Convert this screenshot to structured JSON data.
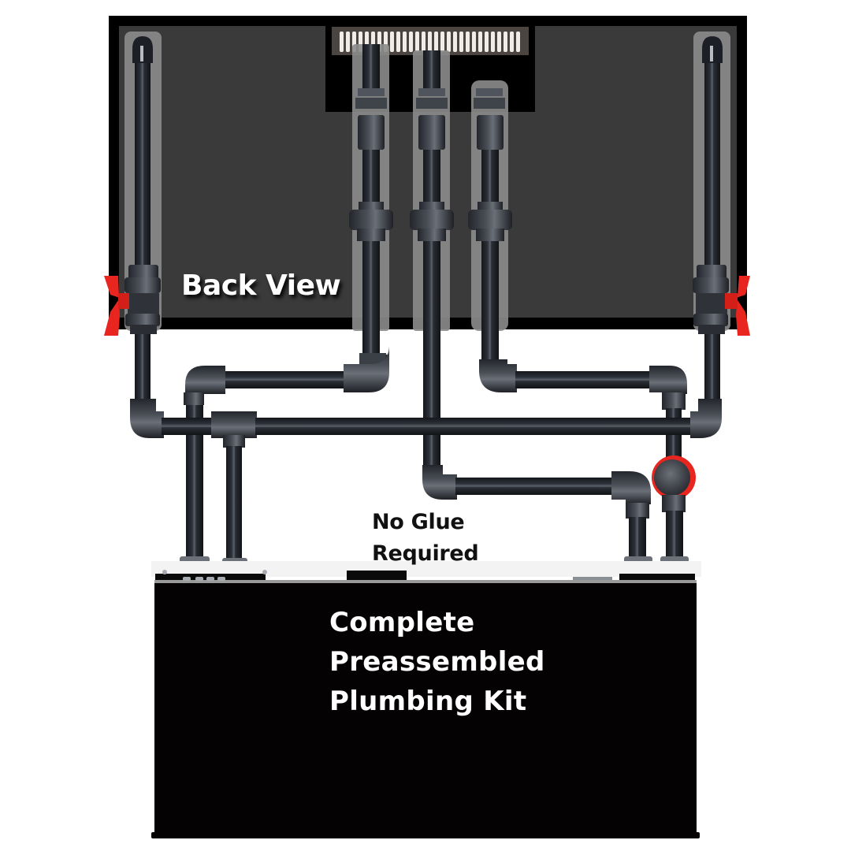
{
  "diagram": {
    "title": "Complete Preassembled Plumbing Kit",
    "labels": {
      "back_view": "Back View",
      "no_glue_line1": "No Glue",
      "no_glue_line2": "Required",
      "kit_line1": "Complete",
      "kit_line2": "Preassembled",
      "kit_line3": "Plumbing Kit"
    },
    "components": {
      "aquarium": "back-view-aquarium-tank",
      "overflow_box": "overflow-weir-box",
      "return_lines": [
        "left-return-line",
        "right-return-line"
      ],
      "drain_lines": [
        "left-drain",
        "center-drain",
        "right-drain"
      ],
      "ball_valves": [
        "left-ball-valve",
        "right-ball-valve",
        "sump-ball-valve"
      ],
      "sump": "sump-cabinet"
    },
    "colors": {
      "tank_frame": "#000000",
      "tank_glass": "#3a3a3a",
      "pipe": "#24272e",
      "pipe_highlight": "#5a5f68",
      "fitting": "#3a3d44",
      "valve_handle": "#e8261f",
      "sump": "#050203",
      "sump_rim": "#9a9a9a",
      "tube_shade": "#8a8a8a"
    }
  }
}
